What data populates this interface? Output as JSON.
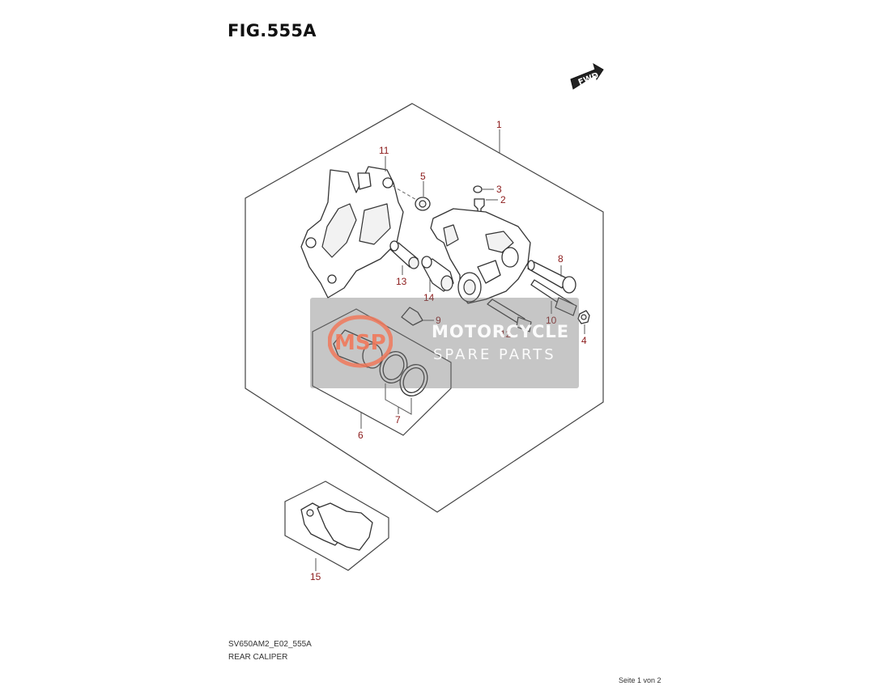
{
  "title": "FIG.555A",
  "fwd_label": "FWD",
  "callouts": {
    "c1": "1",
    "c2": "2",
    "c3": "3",
    "c4": "4",
    "c5": "5",
    "c6": "6",
    "c7": "7",
    "c8": "8",
    "c9": "9",
    "c10": "10",
    "c11": "11",
    "c12": "12",
    "c13": "13",
    "c14": "14",
    "c15": "15"
  },
  "watermark": {
    "logo_text": "MSP",
    "line1": "MOTORCYCLE",
    "line2": "SPARE PARTS"
  },
  "footer": {
    "code": "SV650AM2_E02_555A",
    "name": "REAR CALIPER",
    "page": "Seite 1 von 2"
  }
}
